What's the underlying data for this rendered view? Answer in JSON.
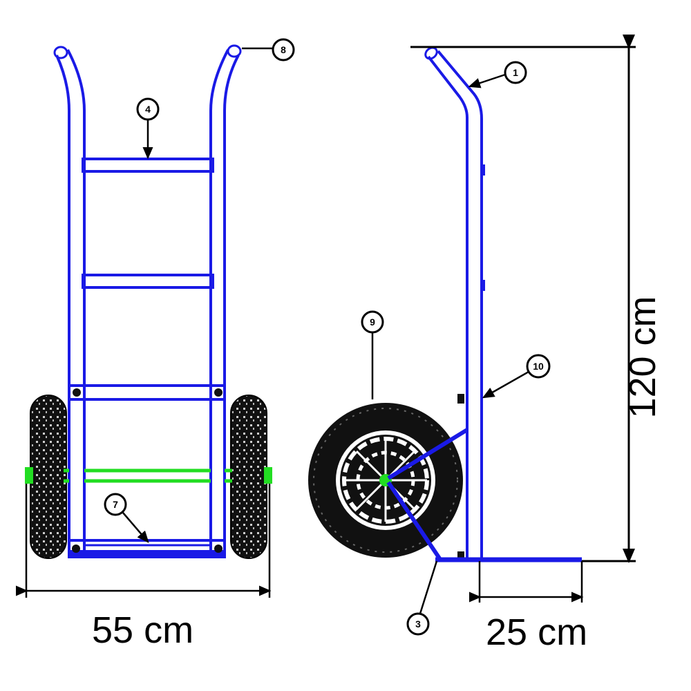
{
  "diagram": {
    "title": "Hand truck dimensional drawing",
    "colors": {
      "frame": "#1a1ae6",
      "axle": "#22dd22",
      "tire": "#111111",
      "dimension": "#000000",
      "background": "#ffffff"
    },
    "views": {
      "front": {
        "name": "front-view"
      },
      "side": {
        "name": "side-view"
      }
    },
    "dimensions": {
      "width": {
        "value": 55,
        "unit": "cm",
        "label": "55 cm"
      },
      "depth": {
        "value": 25,
        "unit": "cm",
        "label": "25 cm"
      },
      "height": {
        "value": 120,
        "unit": "cm",
        "label": "120 cm"
      }
    },
    "callouts": [
      {
        "id": "1",
        "label": "1",
        "part": "handle-tube",
        "view": "side"
      },
      {
        "id": "3",
        "label": "3",
        "part": "wheel-brace",
        "view": "side"
      },
      {
        "id": "4",
        "label": "4",
        "part": "cross-bar",
        "view": "front"
      },
      {
        "id": "7",
        "label": "7",
        "part": "bottom-bar",
        "view": "front"
      },
      {
        "id": "8",
        "label": "8",
        "part": "handle-grip",
        "view": "front"
      },
      {
        "id": "9",
        "label": "9",
        "part": "wheel",
        "view": "side"
      },
      {
        "id": "10",
        "label": "10",
        "part": "frame-upright",
        "view": "side"
      }
    ]
  }
}
